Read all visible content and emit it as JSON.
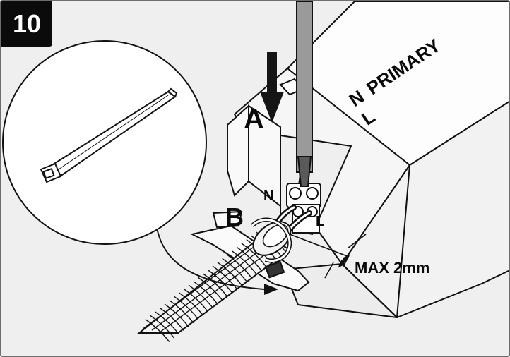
{
  "step": {
    "number": "10"
  },
  "labels": {
    "a": "A",
    "b": "B",
    "n_terminal": "N",
    "l_terminal": "L",
    "n_housing": "N",
    "l_housing": "L",
    "primary": "PRIMARY",
    "max_strip": "MAX 2mm"
  },
  "colors": {
    "background": "#efefef",
    "line": "#111111",
    "screwdriver": "#9a9a9a",
    "badge": "#0b0b0b"
  },
  "icons": [
    "cable-tie-icon",
    "screwdriver-icon",
    "down-arrow-icon"
  ]
}
